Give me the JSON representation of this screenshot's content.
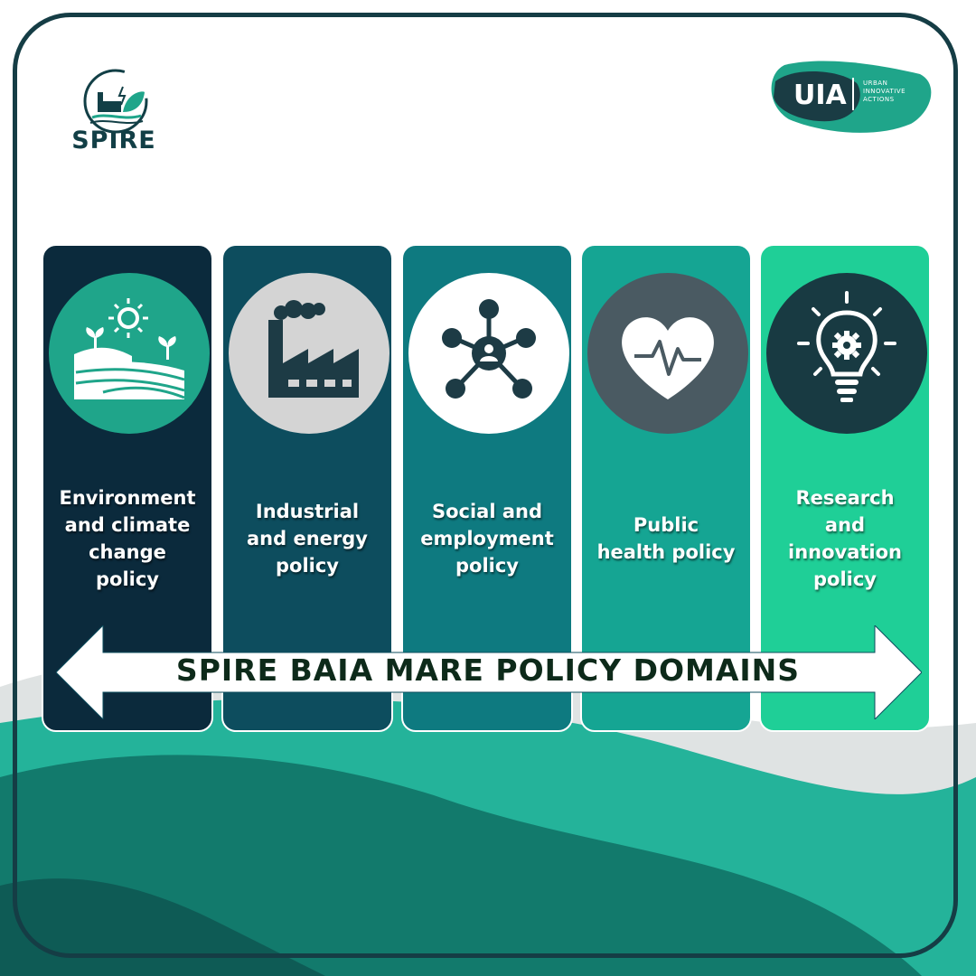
{
  "brand": {
    "spire_word": "SPIRE",
    "uia_word": "UIA",
    "uia_subtitle": [
      "URBAN",
      "INNOVATIVE",
      "ACTIONS"
    ]
  },
  "domains": [
    {
      "label_lines": [
        "Environment",
        "and climate",
        "change",
        "policy"
      ],
      "icon": "landscape-sun-icon",
      "column_color": "#0b2a3c",
      "circle_color": "#1fa58a"
    },
    {
      "label_lines": [
        "Industrial",
        "and energy",
        "policy"
      ],
      "icon": "factory-icon",
      "column_color": "#0d4d5e",
      "circle_color": "#d4d4d4"
    },
    {
      "label_lines": [
        "Social and",
        "employment",
        "policy"
      ],
      "icon": "network-people-icon",
      "column_color": "#0e7a80",
      "circle_color": "#ffffff"
    },
    {
      "label_lines": [
        "Public",
        "health policy"
      ],
      "icon": "heart-pulse-icon",
      "column_color": "#15a593",
      "circle_color": "#4a5a62"
    },
    {
      "label_lines": [
        "Research",
        "and",
        "innovation",
        "policy"
      ],
      "icon": "lightbulb-gear-icon",
      "column_color": "#1fcf97",
      "circle_color": "#183a42"
    }
  ],
  "arrow_label": "SPIRE BAIA MARE POLICY DOMAINS",
  "colors": {
    "frame": "#153d45",
    "wave_dark": "#0f6b63",
    "wave_light": "#25b39a",
    "wave_grey": "#e6e6e6",
    "arrow_fill": "#ffffff"
  }
}
